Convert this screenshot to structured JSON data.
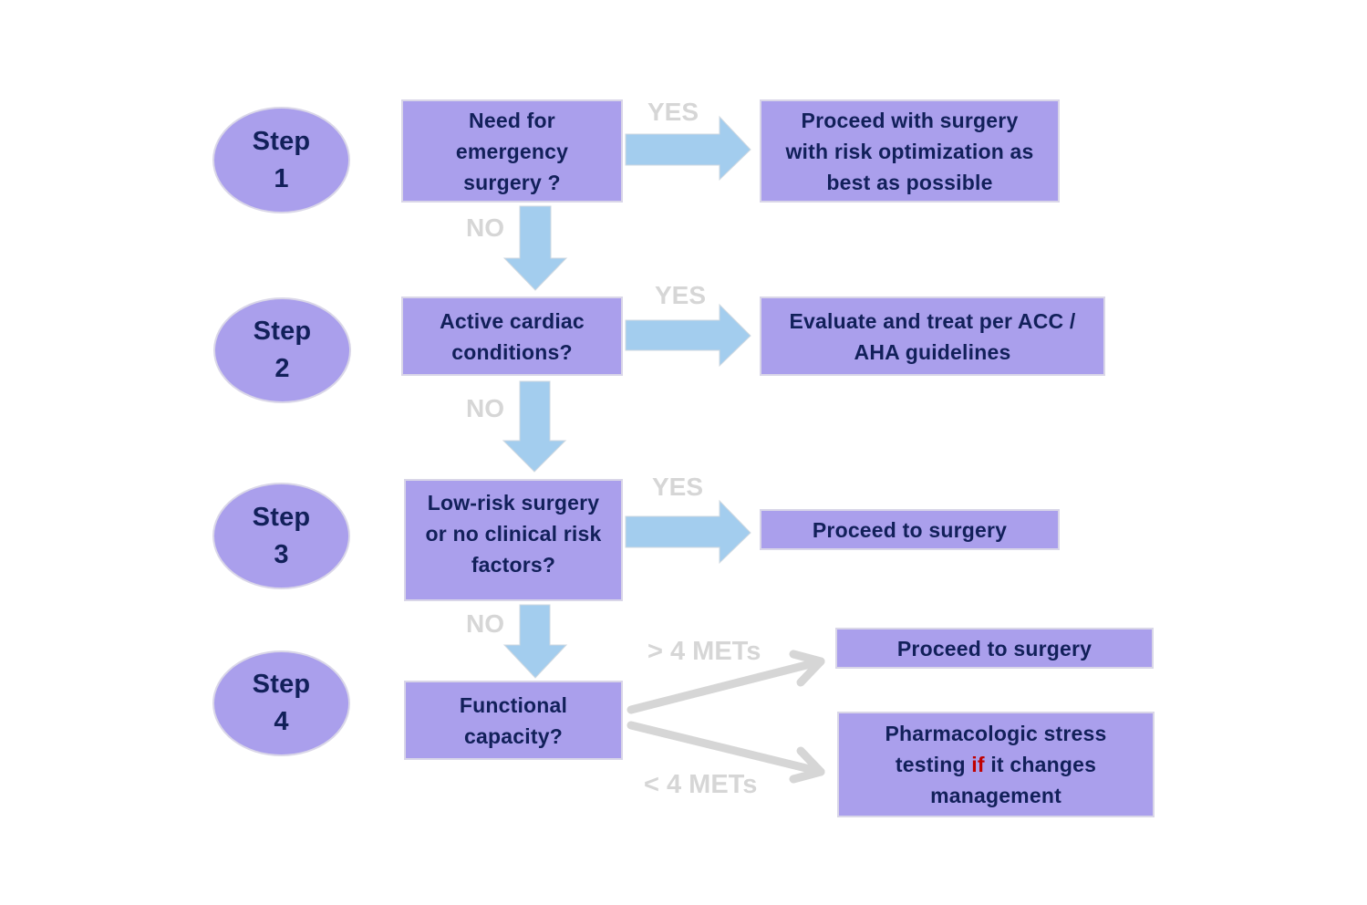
{
  "colors": {
    "node_fill": "#aa9fec",
    "node_border": "#d9d6e8",
    "node_text": "#12205a",
    "arrow_blue": "#a3cdee",
    "arrow_gray": "#d6d6d6",
    "label_gray": "#d6d6d6",
    "accent_red": "#c00000"
  },
  "steps": [
    {
      "label": "Step",
      "number": "1"
    },
    {
      "label": "Step",
      "number": "2"
    },
    {
      "label": "Step",
      "number": "3"
    },
    {
      "label": "Step",
      "number": "4"
    }
  ],
  "questions": [
    {
      "lines": [
        "Need for",
        "emergency",
        "surgery ?"
      ]
    },
    {
      "lines": [
        "Active cardiac",
        "conditions?"
      ]
    },
    {
      "lines": [
        "Low-risk surgery",
        "or no clinical risk",
        "factors?"
      ]
    },
    {
      "lines": [
        "Functional",
        "capacity?"
      ]
    }
  ],
  "outcomes": {
    "step1_yes": {
      "lines": [
        "Proceed with surgery",
        "with risk optimization as",
        "best as possible"
      ]
    },
    "step2_yes": {
      "lines": [
        "Evaluate and treat per ACC /",
        "AHA guidelines"
      ]
    },
    "step3_yes": {
      "lines": [
        "Proceed to surgery"
      ]
    },
    "step4_high": {
      "lines": [
        "Proceed to surgery"
      ]
    },
    "step4_low": {
      "line1": "Pharmacologic stress",
      "line2_pre": "testing ",
      "line2_accent": "if",
      "line2_post": " it changes",
      "line3": "management"
    }
  },
  "edge_labels": {
    "yes": "YES",
    "no": "NO",
    "high_mets": "> 4 METs",
    "low_mets": "< 4 METs"
  }
}
